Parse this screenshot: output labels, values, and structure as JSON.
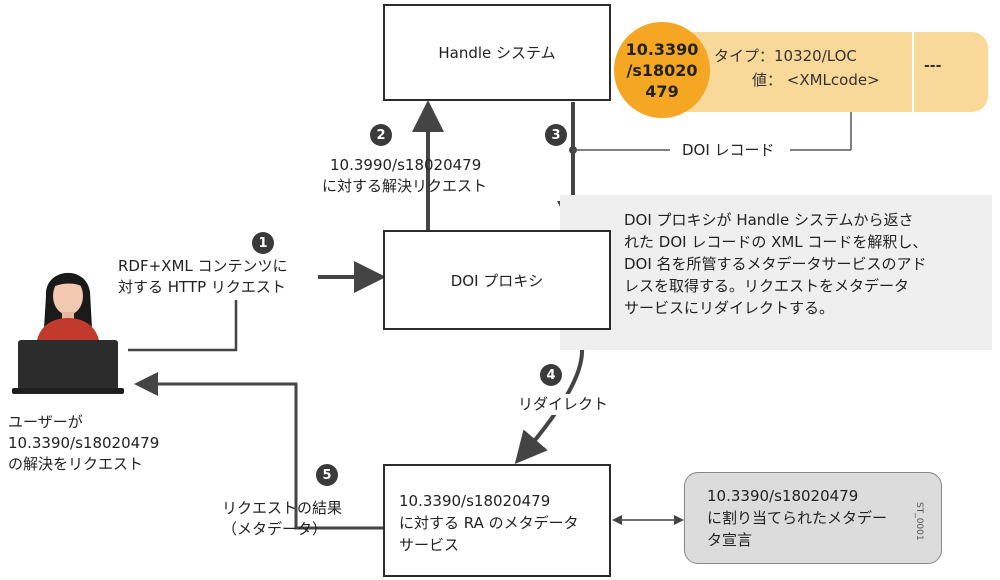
{
  "handle_system": {
    "label": "Handle システム"
  },
  "doi_badge": {
    "lines": [
      "10.3390",
      "/s18020",
      "479"
    ]
  },
  "doi_record_card": {
    "type_line": "タイプ：10320/LOC",
    "value_line": "値： <XMLcode>",
    "extra": "---"
  },
  "doi_record_label": "DOI レコード",
  "doi_proxy": {
    "label": "DOI プロキシ"
  },
  "step1": {
    "number": "1",
    "lines": [
      "RDF+XML コンテンツに",
      "対する HTTP リクエスト"
    ]
  },
  "step2": {
    "number": "2",
    "lines": [
      "10.3990/s18020479",
      "に対する解決リクエスト"
    ]
  },
  "step3": {
    "number": "3"
  },
  "step4": {
    "number": "4",
    "label": "リダイレクト"
  },
  "step5": {
    "number": "5",
    "lines": [
      "リクエストの結果",
      "（メタデータ）"
    ]
  },
  "proxy_note": {
    "lines": [
      "DOI プロキシが Handle システムから返さ",
      "れた DOI レコードの XML コードを解釈し、",
      "DOI 名を所管するメタデータサービスのアド",
      "レスを取得する。リクエストをメタデータ",
      "サービスにリダイレクトする。"
    ]
  },
  "user_caption": {
    "lines": [
      "ユーザーが",
      "10.3390/s18020479",
      "の解決をリクエスト"
    ]
  },
  "ra_service": {
    "lines": [
      "10.3390/s18020479",
      "に対する RA のメタデータ",
      "サービス"
    ]
  },
  "assigned_metadata": {
    "lines": [
      "10.3390/s18020479",
      "に割り当てられたメタデー",
      "タ宣言"
    ]
  },
  "side_text": "ST_0001"
}
